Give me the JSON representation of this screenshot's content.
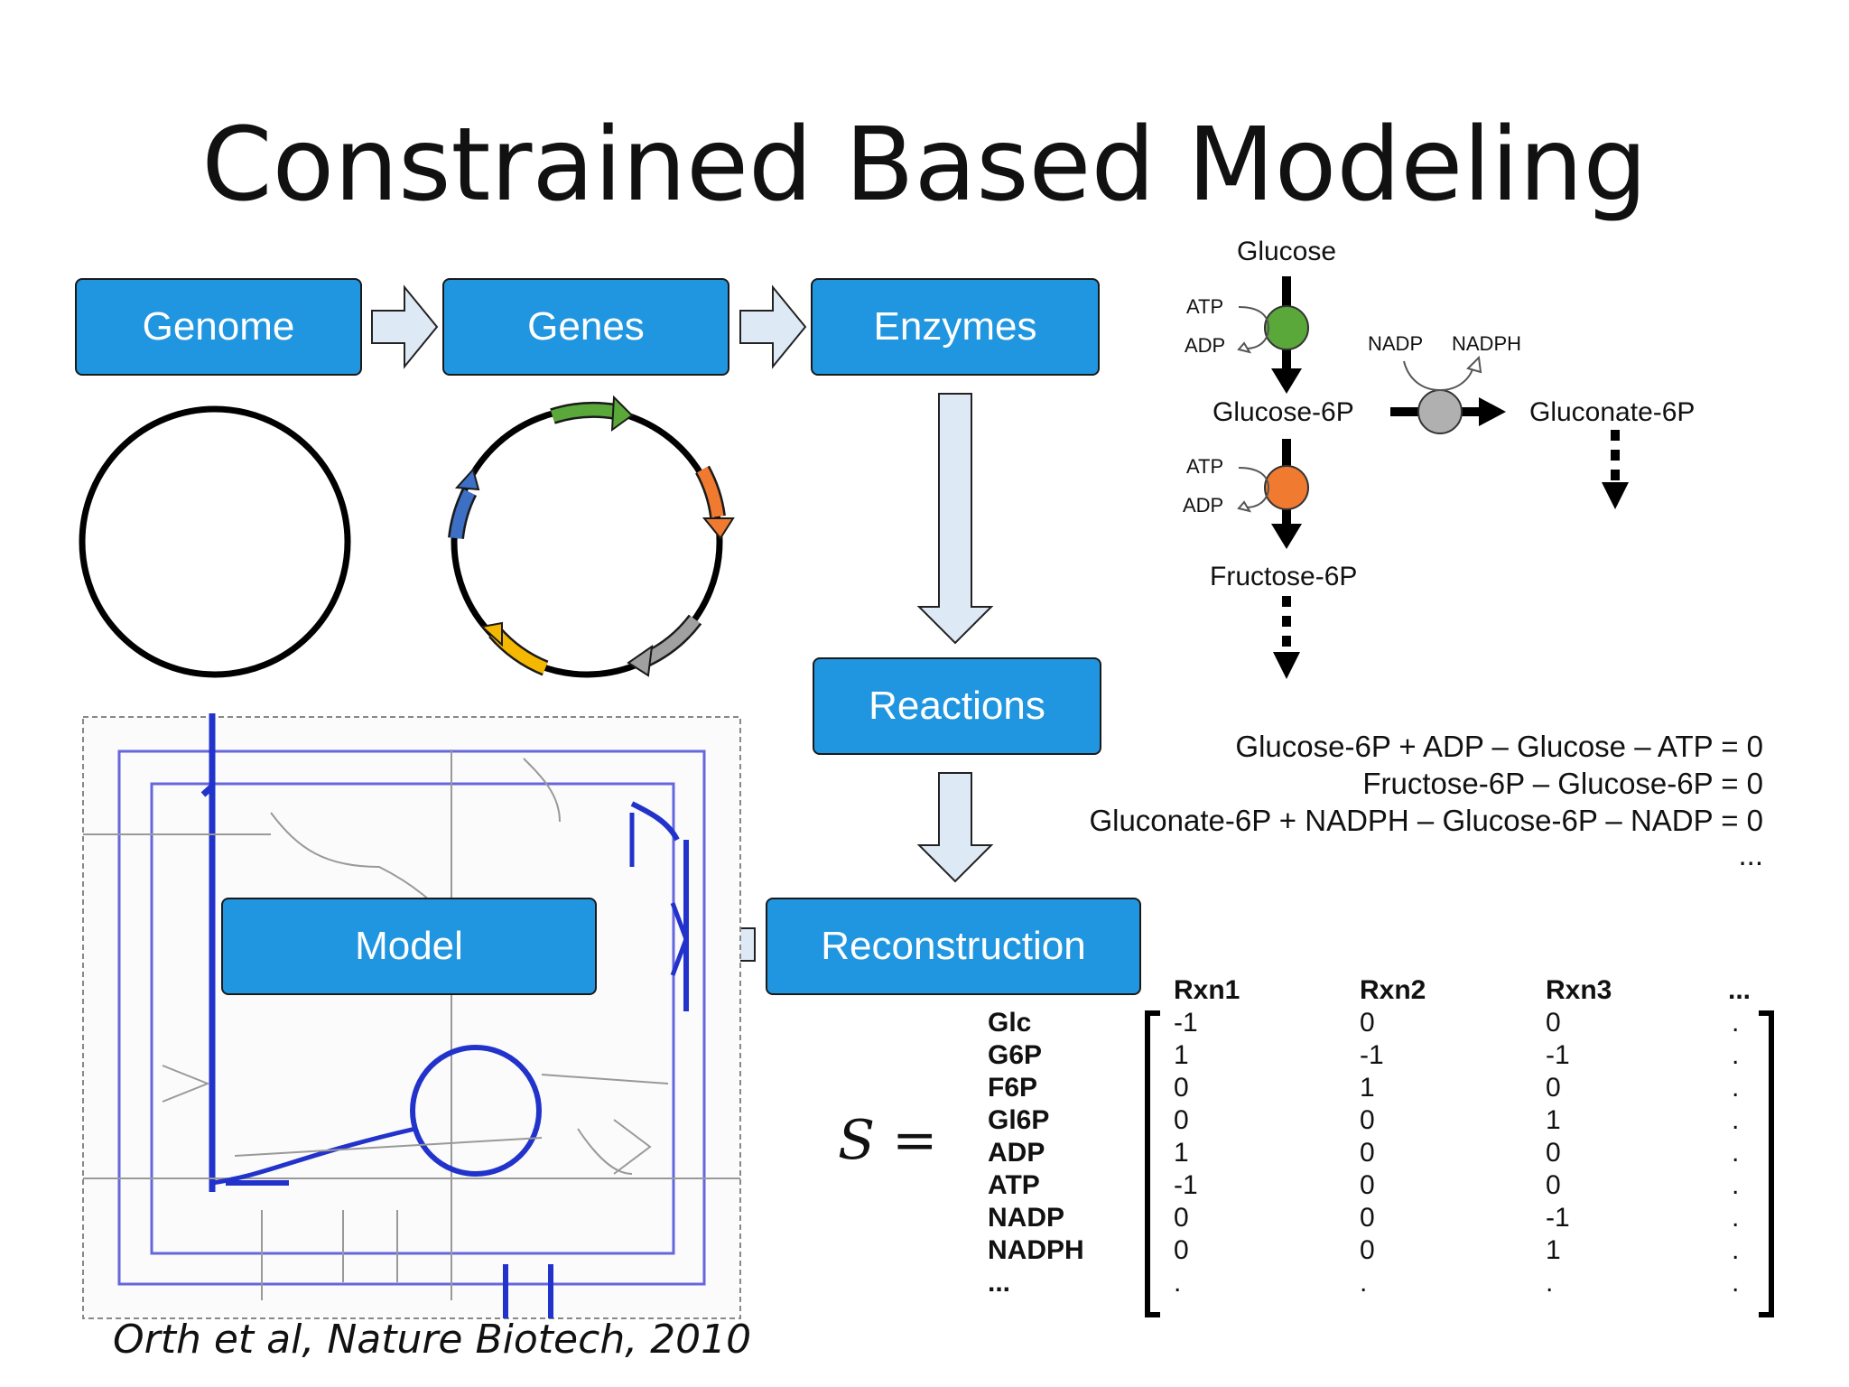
{
  "title": "Constrained Based Modeling",
  "flow": {
    "genome": "Genome",
    "genes": "Genes",
    "enzymes": "Enzymes",
    "reactions": "Reactions",
    "reconstruction": "Reconstruction",
    "model": "Model"
  },
  "pathway": {
    "glucose": "Glucose",
    "glucose6p": "Glucose-6P",
    "fructose6p": "Fructose-6P",
    "gluconate6p": "Gluconate-6P",
    "atp_1": "ATP",
    "adp_1": "ADP",
    "atp_2": "ATP",
    "adp_2": "ADP",
    "nadp": "NADP",
    "nadph": "NADPH"
  },
  "equations": [
    "Glucose-6P + ADP – Glucose – ATP = 0",
    "Fructose-6P – Glucose-6P = 0",
    "Gluconate-6P + NADPH – Glucose-6P – NADP = 0",
    "..."
  ],
  "matrix": {
    "label": "S =",
    "columns": [
      "Rxn1",
      "Rxn2",
      "Rxn3",
      "..."
    ],
    "rows": [
      "Glc",
      "G6P",
      "F6P",
      "Gl6P",
      "ADP",
      "ATP",
      "NADP",
      "NADPH",
      "..."
    ],
    "rxn1": [
      "-1",
      "1",
      "0",
      "0",
      "1",
      "-1",
      "0",
      "0",
      "."
    ],
    "rxn2": [
      "0",
      "-1",
      "1",
      "0",
      "0",
      "0",
      "0",
      "0",
      "."
    ],
    "rxn3": [
      "0",
      "-1",
      "0",
      "1",
      "0",
      "0",
      "-1",
      "1",
      "."
    ],
    "more": [
      ".",
      ".",
      ".",
      ".",
      ".",
      ".",
      ".",
      ".",
      "."
    ]
  },
  "citation": "Orth et al, Nature Biotech, 2010",
  "colors": {
    "box_blue": "#2196e0",
    "arrow_fill": "#dde9f5",
    "gene_green": "#5aa83a",
    "gene_orange": "#ef7a30",
    "gene_gray": "#a0a0a0",
    "gene_yellow": "#f5b800",
    "gene_blue": "#3d6fc4",
    "map_blue": "#2233cc"
  }
}
